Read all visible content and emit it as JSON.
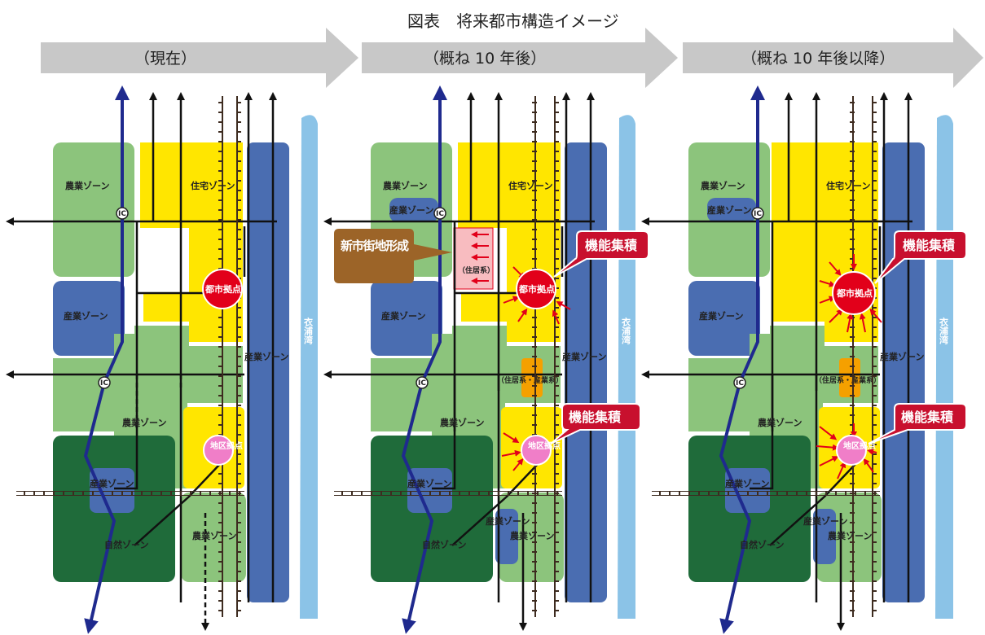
{
  "title": "図表　将来都市構造イメージ",
  "phases": [
    "（現在）",
    "（概ね 10 年後）",
    "（概ね 10 年後以降）"
  ],
  "zones": {
    "agri": "農業ゾーン",
    "resid": "住宅ゾーン",
    "industry": "産業ゾーン",
    "nature": "自然ゾーン",
    "bay": "衣浦湾",
    "ic": "IC"
  },
  "hubs": {
    "city": "都市拠点",
    "district": "地区拠点"
  },
  "labels": {
    "new_town": "新市街地形成",
    "mixed": "（住居系・産業系）",
    "resid_small": "（住居系）",
    "concentration": "機能集積"
  },
  "colors": {
    "light_green": "#8cc47c",
    "dark_green": "#1f6b3a",
    "yellow": "#ffe600",
    "blue_zone": "#4a6db1",
    "light_blue": "#8bc3e7",
    "red": "#e2001a",
    "pink": "#f07ec8",
    "orange": "#f5a000",
    "brown": "#9c6428",
    "arrow_gray": "#c8c8c8",
    "road_navy": "#1f2a8e"
  }
}
